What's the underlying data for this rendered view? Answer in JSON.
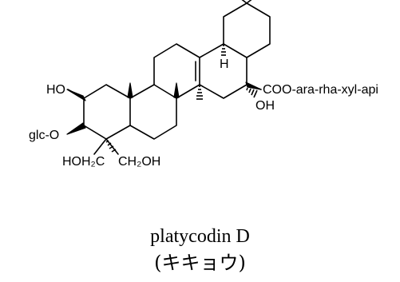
{
  "labels": {
    "ester": "COO-ara-rha-xyl-api",
    "hydrogen": "H",
    "c16_hydroxyl": "OH",
    "c2_hydroxyl": "HO",
    "c3_glycoside": "glc-O",
    "c23_hydroxymethyl": "HOH₂C",
    "c24_hydroxymethyl": "CH₂OH"
  },
  "caption": {
    "name": "platycodin D",
    "plant": "(キキョウ)"
  }
}
